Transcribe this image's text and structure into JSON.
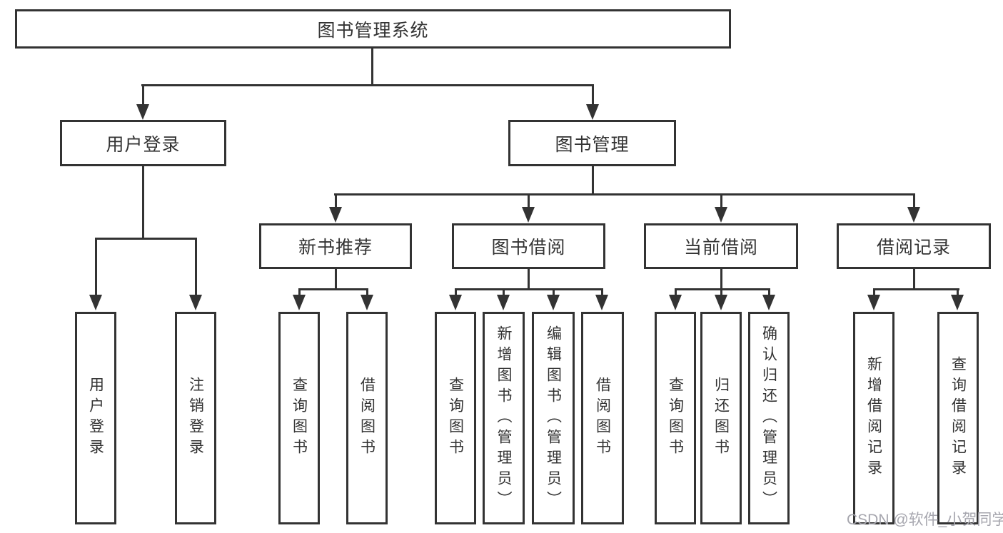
{
  "tree": {
    "root": {
      "label": "图书管理系统",
      "children": [
        {
          "label": "用户登录",
          "children": [
            {
              "label": "用户登录"
            },
            {
              "label": "注销登录"
            }
          ]
        },
        {
          "label": "图书管理",
          "children": [
            {
              "label": "新书推荐",
              "children": [
                {
                  "label": "查询图书"
                },
                {
                  "label": "借阅图书"
                }
              ]
            },
            {
              "label": "图书借阅",
              "children": [
                {
                  "label": "查询图书"
                },
                {
                  "label": "新增图书（管理员）"
                },
                {
                  "label": "编辑图书（管理员）"
                },
                {
                  "label": "借阅图书"
                }
              ]
            },
            {
              "label": "当前借阅",
              "children": [
                {
                  "label": "查询图书"
                },
                {
                  "label": "归还图书"
                },
                {
                  "label": "确认归还（管理员）"
                }
              ]
            },
            {
              "label": "借阅记录",
              "children": [
                {
                  "label": "新增借阅记录"
                },
                {
                  "label": "查询借阅记录"
                }
              ]
            }
          ]
        }
      ]
    }
  },
  "watermark": {
    "text": "CSDN @软件_小贺同学"
  },
  "colors": {
    "line": "#333333",
    "box_border": "#333333",
    "text": "#333333",
    "background": "#ffffff",
    "watermark_text": "#a6a6ae"
  }
}
